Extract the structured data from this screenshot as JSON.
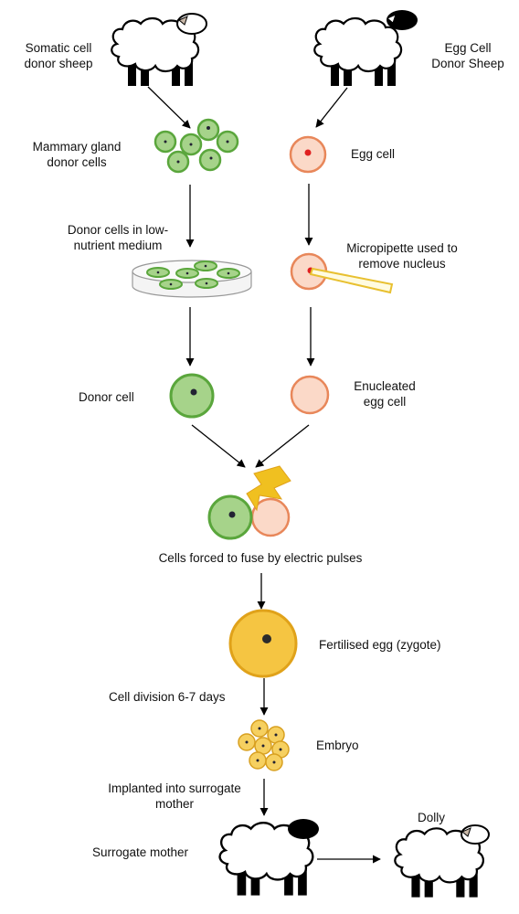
{
  "labels": {
    "somatic_donor": [
      "Somatic cell",
      "donor sheep"
    ],
    "egg_donor": [
      "Egg Cell",
      "Donor Sheep"
    ],
    "mammary_cells": [
      "Mammary gland",
      "donor cells"
    ],
    "egg_cell": "Egg cell",
    "low_nutrient": [
      "Donor cells in low-",
      "nutrient medium"
    ],
    "micropipette": [
      "Micropipette used to",
      "remove nucleus"
    ],
    "donor_cell": "Donor cell",
    "enucleated": [
      "Enucleated",
      "egg cell"
    ],
    "fuse": "Cells forced to fuse by electric pulses",
    "zygote": "Fertilised egg (zygote)",
    "division": "Cell division 6-7 days",
    "embryo": "Embryo",
    "implanted": [
      "Implanted into surrogate",
      "mother"
    ],
    "surrogate": "Surrogate mother",
    "dolly": "Dolly"
  },
  "colors": {
    "green_fill": "#a6d38a",
    "green_stroke": "#5aa63c",
    "egg_fill": "#fbd9c8",
    "egg_stroke": "#e8875a",
    "nucleus_red": "#e02020",
    "zygote_fill": "#f5c542",
    "zygote_stroke": "#e0a21a",
    "embryo_fill": "#f6d060",
    "bolt": "#f0c020"
  }
}
